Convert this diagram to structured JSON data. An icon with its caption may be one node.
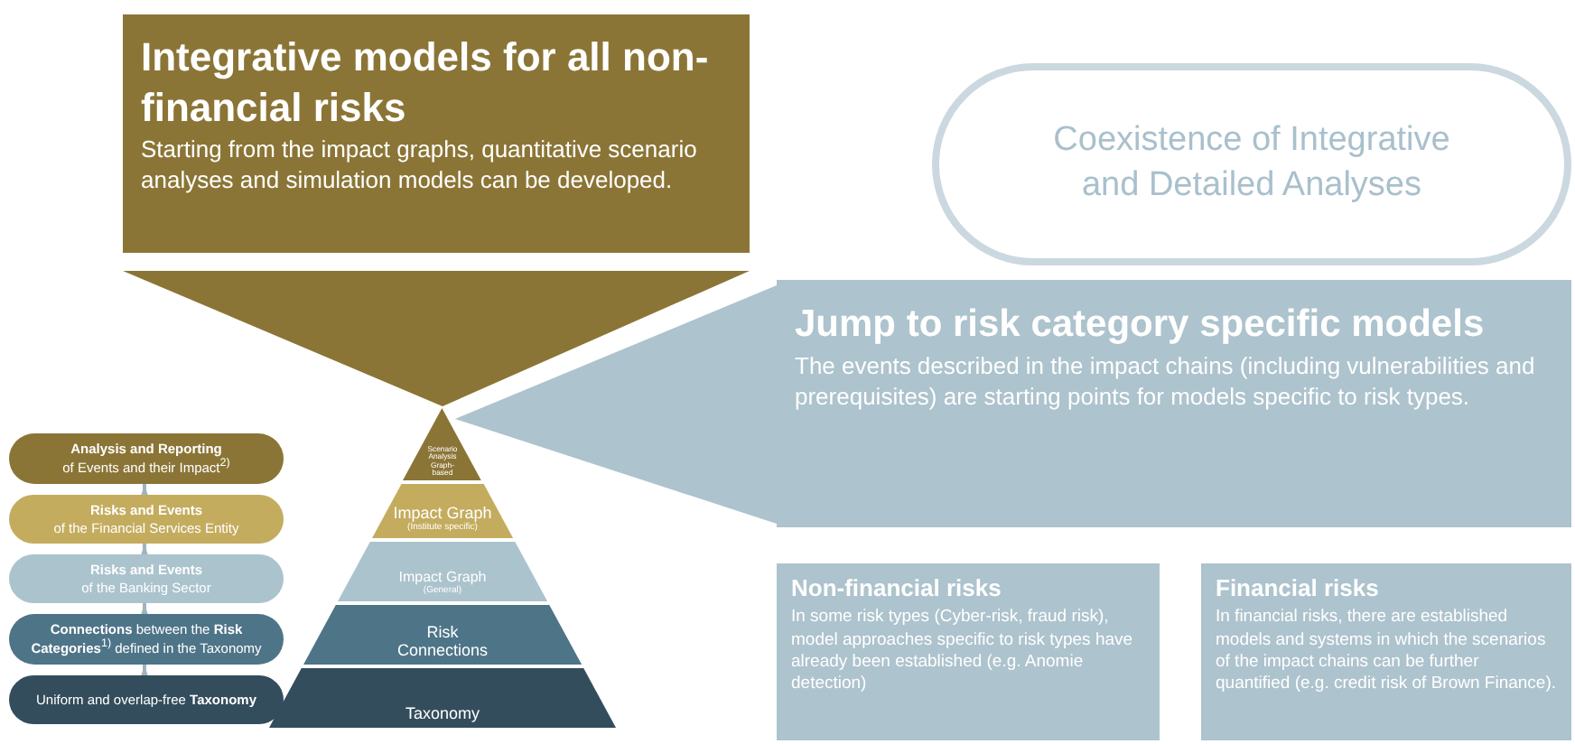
{
  "diagram": {
    "nodes": [
      {
        "text": [
          "Integrative models for all non-financial risks",
          "Starting from the impact graphs, quantitative scenario analyses and simulation models can be developed."
        ]
      },
      {
        "text": [
          "Coexistence of Integrative and Detailed Analyses"
        ]
      },
      {
        "text": [
          "Jump to risk category specific models",
          "The events described in the impact chains (including vulnerabilities and prerequisites) are starting points for models specific to risk types."
        ]
      },
      {
        "text": [
          "Analysis and Reporting",
          "of Events and their Impact$^{2)}$"
        ]
      },
      {
        "text": [
          "Risks and Events",
          "of the Financial Services Entity"
        ]
      },
      {
        "text": [
          "Risks and Events",
          "of the Banking Sector"
        ]
      },
      {
        "text": [
          "**Connections** between the **Risk Categories**$^{1)}$ defined in the Taxonomy"
        ]
      },
      {
        "text": [
          "Uniform and overlap-free **Taxonomy**"
        ]
      },
      {
        "text": [
          "Scenario Analysis Graph-based"
        ]
      },
      {
        "text": [
          "Impact Graph",
          "(Institute specific)"
        ]
      },
      {
        "text": [
          "Impact Graph",
          "(General)"
        ]
      },
      {
        "text": [
          "Risk Connections"
        ]
      },
      {
        "text": [
          "Taxonomy"
        ]
      },
      {
        "text": [
          "Non-financial risks",
          "In some risk types (Cyber-risk, fraud risk), model approaches specific to risk types have already been established (e.g. Anomie detection)"
        ]
      },
      {
        "text": [
          "Financial risks",
          "In financial risks, there are established models and systems in which the scenarios of the impact chains can be further quantified (e.g. credit risk of Brown Finance)."
        ]
      },
      {
        "text": [],
        "shape": "triangle"
      },
      {
        "text": [],
        "shape": "triangle"
      }
    ],
    "edges": [
      {
        "from": 7,
        "to": 6,
        "arrow": "to"
      },
      {
        "from": 6,
        "to": 5,
        "arrow": "to"
      },
      {
        "from": 5,
        "to": 4,
        "arrow": "to"
      },
      {
        "from": 4,
        "to": 3,
        "arrow": "to"
      }
    ]
  }
}
